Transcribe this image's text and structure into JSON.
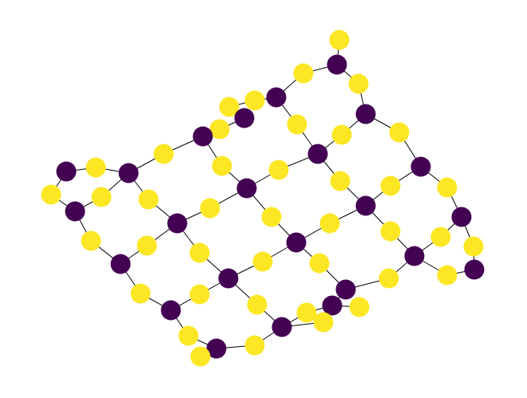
{
  "colors": {
    "background": "#ffffff",
    "edge": "#000000",
    "node_purple": "#440154",
    "node_yellow": "#fde725"
  },
  "graph": {
    "nodes": [
      {
        "id": "y1",
        "color": "yellow"
      },
      {
        "id": "p1",
        "color": "purple"
      },
      {
        "id": "y2",
        "color": "yellow"
      },
      {
        "id": "y3",
        "color": "yellow"
      },
      {
        "id": "p2",
        "color": "purple"
      },
      {
        "id": "y4",
        "color": "yellow"
      },
      {
        "id": "y5",
        "color": "yellow"
      },
      {
        "id": "p3",
        "color": "purple"
      },
      {
        "id": "p4",
        "color": "purple"
      },
      {
        "id": "y6",
        "color": "yellow"
      },
      {
        "id": "y7",
        "color": "yellow"
      },
      {
        "id": "y8",
        "color": "yellow"
      },
      {
        "id": "y9",
        "color": "yellow"
      },
      {
        "id": "p5",
        "color": "purple"
      },
      {
        "id": "p6",
        "color": "purple"
      },
      {
        "id": "y10",
        "color": "yellow"
      },
      {
        "id": "p7",
        "color": "purple"
      },
      {
        "id": "y11",
        "color": "yellow"
      },
      {
        "id": "y12",
        "color": "yellow"
      },
      {
        "id": "p8",
        "color": "purple"
      },
      {
        "id": "y13",
        "color": "yellow"
      },
      {
        "id": "y14",
        "color": "yellow"
      },
      {
        "id": "p9",
        "color": "purple"
      },
      {
        "id": "y15",
        "color": "yellow"
      },
      {
        "id": "p10",
        "color": "purple"
      },
      {
        "id": "y16",
        "color": "yellow"
      },
      {
        "id": "y17",
        "color": "yellow"
      },
      {
        "id": "y18",
        "color": "yellow"
      },
      {
        "id": "y19",
        "color": "yellow"
      },
      {
        "id": "y20",
        "color": "yellow"
      },
      {
        "id": "y21",
        "color": "yellow"
      },
      {
        "id": "y22",
        "color": "yellow"
      },
      {
        "id": "p11",
        "color": "purple"
      },
      {
        "id": "y23",
        "color": "yellow"
      },
      {
        "id": "y24",
        "color": "yellow"
      },
      {
        "id": "p12",
        "color": "purple"
      },
      {
        "id": "y25",
        "color": "yellow"
      },
      {
        "id": "p13",
        "color": "purple"
      },
      {
        "id": "y26",
        "color": "yellow"
      },
      {
        "id": "y27",
        "color": "yellow"
      },
      {
        "id": "p14",
        "color": "purple"
      },
      {
        "id": "y28",
        "color": "yellow"
      },
      {
        "id": "p15",
        "color": "purple"
      },
      {
        "id": "y29",
        "color": "yellow"
      },
      {
        "id": "y30",
        "color": "yellow"
      },
      {
        "id": "y31",
        "color": "yellow"
      },
      {
        "id": "p16",
        "color": "purple"
      },
      {
        "id": "y32",
        "color": "yellow"
      },
      {
        "id": "y33",
        "color": "yellow"
      },
      {
        "id": "y34",
        "color": "yellow"
      },
      {
        "id": "p17",
        "color": "purple"
      },
      {
        "id": "y35",
        "color": "yellow"
      },
      {
        "id": "p18",
        "color": "purple"
      },
      {
        "id": "y36",
        "color": "yellow"
      },
      {
        "id": "p19",
        "color": "purple"
      },
      {
        "id": "y37",
        "color": "yellow"
      },
      {
        "id": "p20",
        "color": "purple"
      },
      {
        "id": "y38",
        "color": "yellow"
      },
      {
        "id": "y39",
        "color": "yellow"
      },
      {
        "id": "y40",
        "color": "yellow"
      },
      {
        "id": "p21",
        "color": "purple"
      },
      {
        "id": "y41",
        "color": "yellow"
      },
      {
        "id": "p22",
        "color": "purple"
      },
      {
        "id": "y42",
        "color": "yellow"
      },
      {
        "id": "y43",
        "color": "yellow"
      },
      {
        "id": "p23",
        "color": "purple"
      },
      {
        "id": "y44",
        "color": "yellow"
      },
      {
        "id": "p24",
        "color": "purple"
      },
      {
        "id": "y45",
        "color": "yellow"
      }
    ],
    "edges": [
      [
        "y1",
        "p1"
      ],
      [
        "p1",
        "y2"
      ],
      [
        "p1",
        "y3"
      ],
      [
        "y3",
        "p2"
      ],
      [
        "p2",
        "y4"
      ],
      [
        "p2",
        "y5"
      ],
      [
        "y2",
        "p3"
      ],
      [
        "p3",
        "y6"
      ],
      [
        "y6",
        "p6"
      ],
      [
        "y4",
        "y7"
      ],
      [
        "p4",
        "y8"
      ],
      [
        "y8",
        "p5"
      ],
      [
        "p5",
        "y9"
      ],
      [
        "y5",
        "p6"
      ],
      [
        "p6",
        "y10"
      ],
      [
        "y11",
        "p5"
      ],
      [
        "p5",
        "y12"
      ],
      [
        "p3",
        "y13"
      ],
      [
        "y13",
        "p9"
      ],
      [
        "p9",
        "y14"
      ],
      [
        "y14",
        "p10"
      ],
      [
        "p6",
        "y15"
      ],
      [
        "y15",
        "p8"
      ],
      [
        "p7",
        "y17"
      ],
      [
        "y17",
        "p5"
      ],
      [
        "p7",
        "y16"
      ],
      [
        "y16",
        "p8"
      ],
      [
        "y18",
        "p7"
      ],
      [
        "p7",
        "y19"
      ],
      [
        "y9",
        "p11"
      ],
      [
        "p11",
        "y23"
      ],
      [
        "y10",
        "p8"
      ],
      [
        "p8",
        "y20"
      ],
      [
        "y20",
        "p11"
      ],
      [
        "p8",
        "y21"
      ],
      [
        "y21",
        "p12"
      ],
      [
        "y12",
        "y22"
      ],
      [
        "y22",
        "p11"
      ],
      [
        "y23",
        "p13"
      ],
      [
        "p13",
        "y26"
      ],
      [
        "y26",
        "p16"
      ],
      [
        "p11",
        "y24"
      ],
      [
        "y24",
        "p14"
      ],
      [
        "p12",
        "y25"
      ],
      [
        "y25",
        "p10"
      ],
      [
        "p12",
        "y27"
      ],
      [
        "y27",
        "p14"
      ],
      [
        "p12",
        "y28"
      ],
      [
        "y28",
        "p15"
      ],
      [
        "y19",
        "p13"
      ],
      [
        "p13",
        "y30"
      ],
      [
        "y30",
        "p18"
      ],
      [
        "p14",
        "y29"
      ],
      [
        "y29",
        "p15"
      ],
      [
        "p14",
        "y31"
      ],
      [
        "y31",
        "p18"
      ],
      [
        "p15",
        "y32"
      ],
      [
        "y32",
        "p17"
      ],
      [
        "p15",
        "y33"
      ],
      [
        "y33",
        "p19"
      ],
      [
        "p16",
        "y34"
      ],
      [
        "y34",
        "p22"
      ],
      [
        "p16",
        "y35"
      ],
      [
        "y35",
        "p18"
      ],
      [
        "p18",
        "y36"
      ],
      [
        "y36",
        "p21"
      ],
      [
        "p17",
        "y37"
      ],
      [
        "y37",
        "p19"
      ],
      [
        "p19",
        "y38"
      ],
      [
        "y38",
        "p20"
      ],
      [
        "p10",
        "y39"
      ],
      [
        "y39",
        "p20"
      ],
      [
        "p21",
        "y40"
      ],
      [
        "y40",
        "p24"
      ],
      [
        "p20",
        "p24"
      ],
      [
        "p22",
        "y42"
      ],
      [
        "p21",
        "y41"
      ],
      [
        "p23",
        "y43"
      ],
      [
        "y43",
        "p24"
      ],
      [
        "p23",
        "y44"
      ],
      [
        "y44",
        "p21"
      ],
      [
        "y45",
        "p22"
      ],
      [
        "p20",
        "p23"
      ]
    ]
  }
}
